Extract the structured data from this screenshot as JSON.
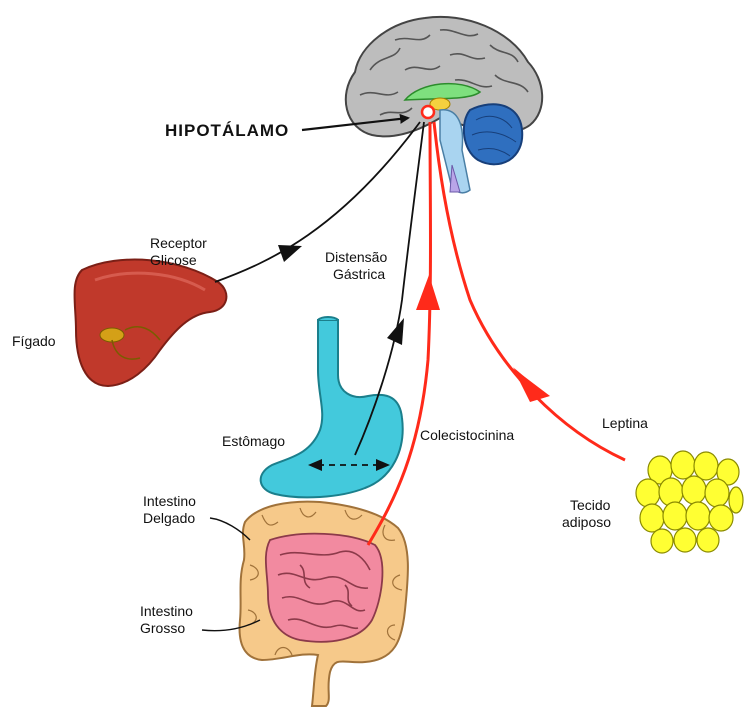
{
  "labels": {
    "hipotalamo": "HIPOTÁLAMO",
    "receptor_l1": "Receptor",
    "receptor_l2": "Glicose",
    "distensao_l1": "Distensão",
    "distensao_l2": "Gástrica",
    "figado": "Fígado",
    "estomago": "Estômago",
    "colecistocinina": "Colecistocinina",
    "leptina": "Leptina",
    "tecido_l1": "Tecido",
    "tecido_l2": "adiposo",
    "delgado_l1": "Intestino",
    "delgado_l2": "Delgado",
    "grosso_l1": "Intestino",
    "grosso_l2": "Grosso"
  },
  "colors": {
    "brain": "#bdbdbd",
    "cerebellum": "#2f6fbf",
    "thalamus": "#7ee07e",
    "brainstem": "#a9d4f0",
    "liver": "#c0392b",
    "stomach": "#43c9dc",
    "small_intestine": "#f28aa0",
    "large_intestine": "#f6c98a",
    "adipose": "#ffff33",
    "signal_arrow": "#ff2a1a",
    "nerve_arrow": "#111111"
  },
  "icons": [
    "brain-icon",
    "liver-icon",
    "stomach-icon",
    "intestine-icon",
    "adipose-tissue-icon"
  ]
}
